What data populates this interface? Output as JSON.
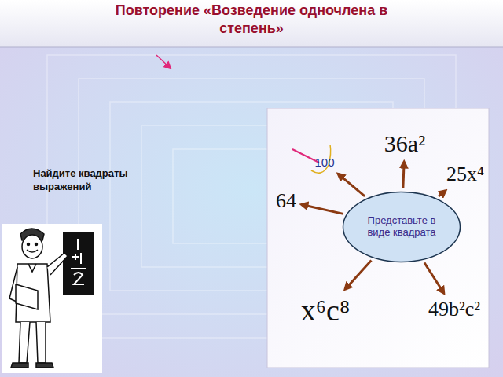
{
  "diagram": {
    "title": "Повторение «Возведение одночлена в степень»",
    "nodes": [
      {
        "text": [
          "36a²"
        ]
      },
      {
        "text": [
          "100"
        ]
      },
      {
        "text": [
          "25x⁴"
        ]
      },
      {
        "text": [
          "64"
        ]
      },
      {
        "text": [
          "Представьте в виде квадрата"
        ]
      },
      {
        "text": [
          "x⁶c⁸"
        ]
      },
      {
        "text": [
          "49b²c²"
        ]
      }
    ],
    "edges": [
      {
        "from": 4,
        "to": 0,
        "arrow": "to"
      },
      {
        "from": 4,
        "to": 1,
        "arrow": "to"
      },
      {
        "from": 4,
        "to": 2,
        "arrow": "to"
      },
      {
        "from": 4,
        "to": 3,
        "arrow": "to"
      },
      {
        "from": 4,
        "to": 5,
        "arrow": "to"
      },
      {
        "from": 4,
        "to": 6,
        "arrow": "to"
      }
    ],
    "labels": [
      "Найдите квадраты выражений"
    ]
  }
}
